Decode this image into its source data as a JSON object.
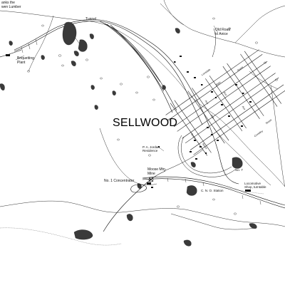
{
  "title": "SELLWOOD",
  "labels": {
    "top_left": "anks the\nwen Lumber",
    "tunnel": "Tunnel",
    "briquetting_plant": "Briquetting\nPlant",
    "old_road": "Old Road\nto Anice",
    "pa_jordan": "P. A. Jordan\nResidence",
    "moose_mtn_mine": "Moose Mtn.\nMine",
    "no1_concentrator": "No. 1 Concentrator",
    "cno_station": "C. N. O. Station",
    "no7": "No. 7",
    "locomotive_shop": "Locomotive\nShop, turntable"
  },
  "streets": [
    "Lonsdale",
    "Main",
    "Ave",
    "Ave",
    "Ave",
    "Ave",
    "Street",
    "Street",
    "Street",
    "Crossley",
    "Street"
  ],
  "colors": {
    "ink": "#111111",
    "rock": "#3a3a3a",
    "paper": "#ffffff"
  }
}
